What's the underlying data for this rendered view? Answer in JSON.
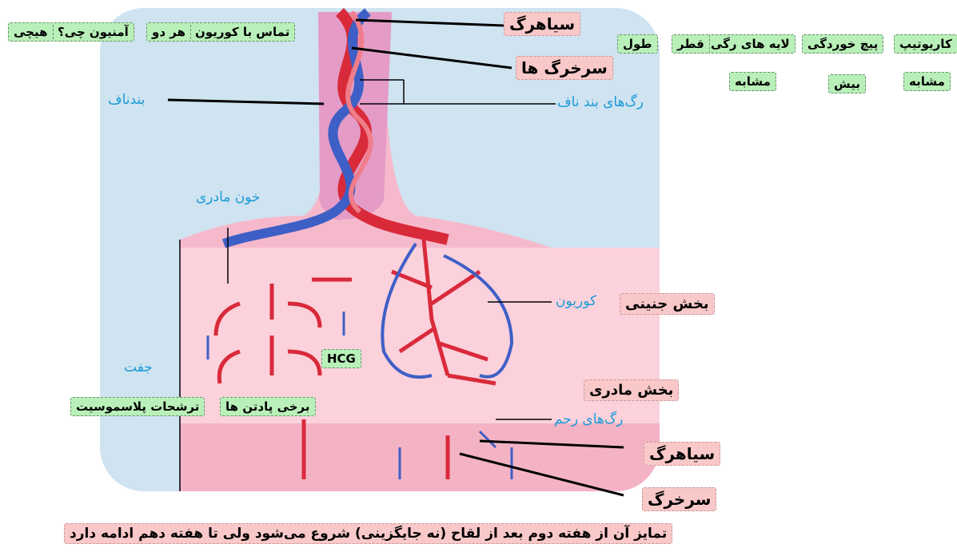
{
  "diagram": {
    "printed_labels": {
      "umbilical_cord": "بندناف",
      "umbilical_vessels": "رگ‌های بند ناف",
      "maternal_blood": "خون مادری",
      "chorion": "کوریون",
      "placenta": "جفت",
      "uterine_vessels": "رگ‌های رحم"
    }
  },
  "annotations": {
    "vein_top": "سیاهرگ",
    "arteries_top": "سرخرگ ها",
    "fetal_part": "بخش جنینی",
    "maternal_part": "بخش مادری",
    "vein_bottom": "سیاهرگ",
    "artery_bottom": "سرخرگ",
    "hcg": "HCG",
    "antibodies": "برخی پادتن ها",
    "amnion_secretions": "ترشحات پلاسموسیت",
    "chorion_contact": "تماس با کوریون",
    "each_one": "هر دو",
    "amnion_what": "آمنیون چی؟",
    "nothing": "هیچی",
    "karyotype": "کاریوتیپ",
    "coiling": "پیچ خوردگی",
    "vessel_layers": "لایه های رگی",
    "diameter": "قطر",
    "length": "طول",
    "similar_1": "مشابه",
    "more": "بیش",
    "similar_2": "مشابه",
    "bottom_note": "تمایز آن از هفته دوم بعد از لقاح (نه جایگزینی) شروع می‌شود ولی تا هفته دهم ادامه دارد"
  },
  "colors": {
    "cord_bg": "#cfe3f1",
    "tissue": "#f6b9cc",
    "artery": "#d92a3a",
    "vein": "#3e5fc6",
    "note_green": "#b9f0b9",
    "note_pink": "#f9c8c8",
    "label_blue": "#1a9ad6"
  }
}
